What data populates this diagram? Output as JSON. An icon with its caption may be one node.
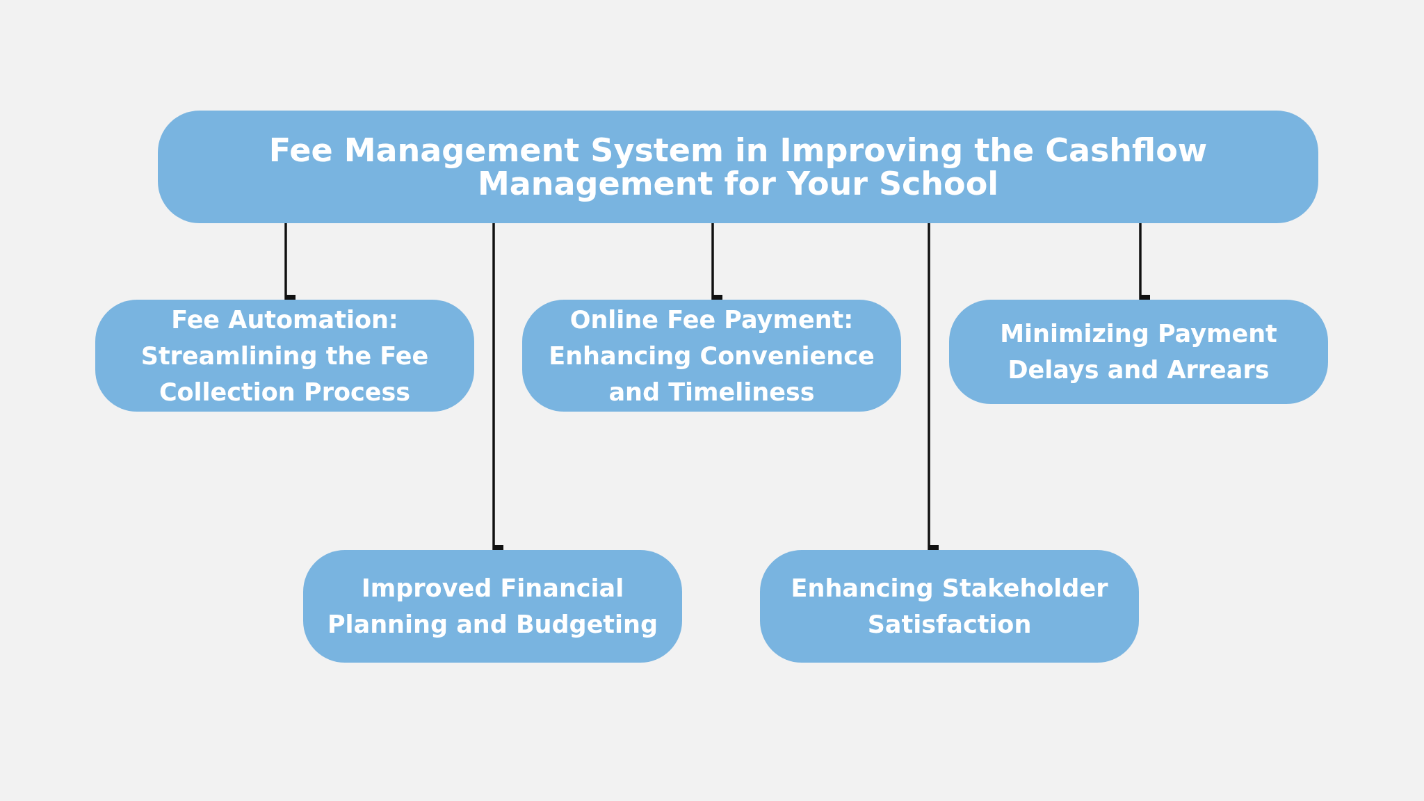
{
  "diagram": {
    "nodes": [
      {
        "text": [
          "Fee Management System in Improving the Cashflow Management for Your School"
        ]
      },
      {
        "text": [
          "Fee Automation: Streamlining the Fee Collection Process"
        ]
      },
      {
        "text": [
          "Online Fee Payment: Enhancing Convenience and Timeliness"
        ]
      },
      {
        "text": [
          "Minimizing Payment Delays and Arrears"
        ]
      },
      {
        "text": [
          "Improved Financial Planning and Budgeting"
        ]
      },
      {
        "text": [
          "Enhancing Stakeholder Satisfaction"
        ]
      }
    ],
    "edges": [
      {
        "from": 0,
        "to": 1,
        "arrow": "other"
      },
      {
        "from": 0,
        "to": 4,
        "arrow": "other"
      },
      {
        "from": 0,
        "to": 2,
        "arrow": "other"
      },
      {
        "from": 0,
        "to": 5,
        "arrow": "other"
      },
      {
        "from": 0,
        "to": 3,
        "arrow": "other"
      }
    ]
  }
}
